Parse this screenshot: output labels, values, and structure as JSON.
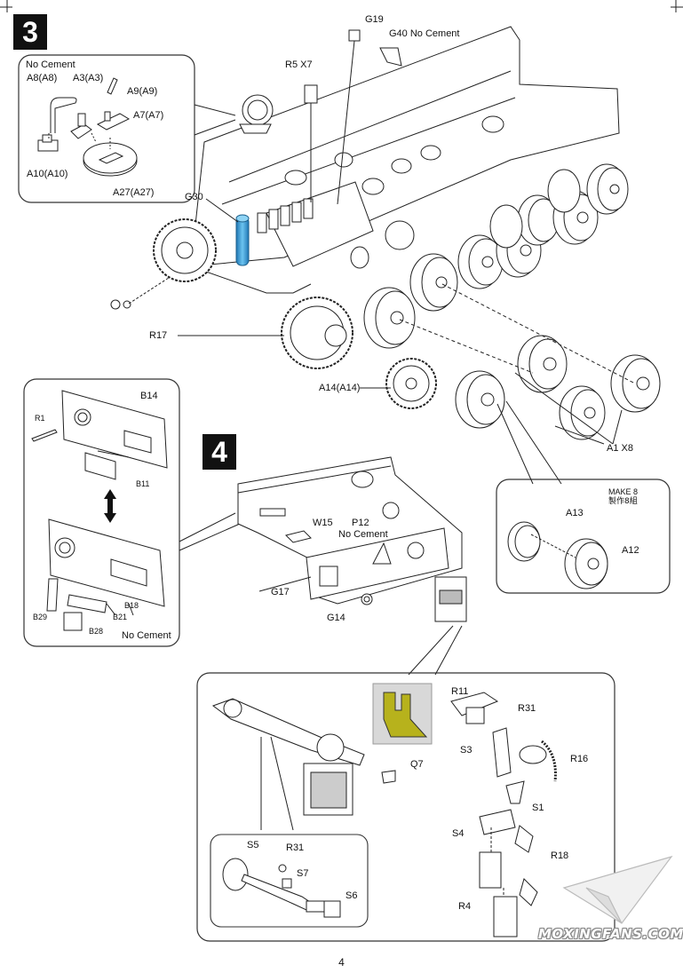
{
  "page": {
    "number": "4"
  },
  "steps": [
    {
      "number": "3"
    },
    {
      "number": "4"
    }
  ],
  "step3": {
    "labels": {
      "no_cement_inset": "No Cement",
      "a8": "A8(A8)",
      "a3": "A3(A3)",
      "a9": "A9(A9)",
      "a7": "A7(A7)",
      "a10": "A10(A10)",
      "a27": "A27(A27)",
      "g30": "G30",
      "r5": "R5 X7",
      "g19": "G19",
      "g40": "G40 No Cement",
      "r17": "R17",
      "a14": "A14(A14)",
      "a1": "A1 X8"
    }
  },
  "make8": {
    "title": "MAKE 8",
    "subtitle": "製作8組",
    "a13": "A13",
    "a12": "A12"
  },
  "step4": {
    "labels": {
      "b14": "B14",
      "r1": "R1",
      "b11": "B11",
      "b18": "B18",
      "b29": "B29",
      "b21": "B21",
      "b28": "B28",
      "no_cement_left": "No Cement",
      "w15": "W15",
      "p12": "P12",
      "no_cement_p12": "No Cement",
      "g17": "G17",
      "g14": "G14",
      "r11": "R11",
      "r31_top": "R31",
      "s3": "S3",
      "r16": "R16",
      "q7": "Q7",
      "s1": "S1",
      "s4": "S4",
      "r18": "R18",
      "r4": "R4",
      "s5": "S5",
      "r31_bottom": "R31",
      "s7": "S7",
      "s6": "S6"
    }
  },
  "watermark": {
    "text": "MOXINGFANS.COM"
  },
  "colors": {
    "highlight_part": "#3b9fd6",
    "cement_icon_bg": "#d8d8d8",
    "cement_icon_fg": "#b7b21c"
  }
}
